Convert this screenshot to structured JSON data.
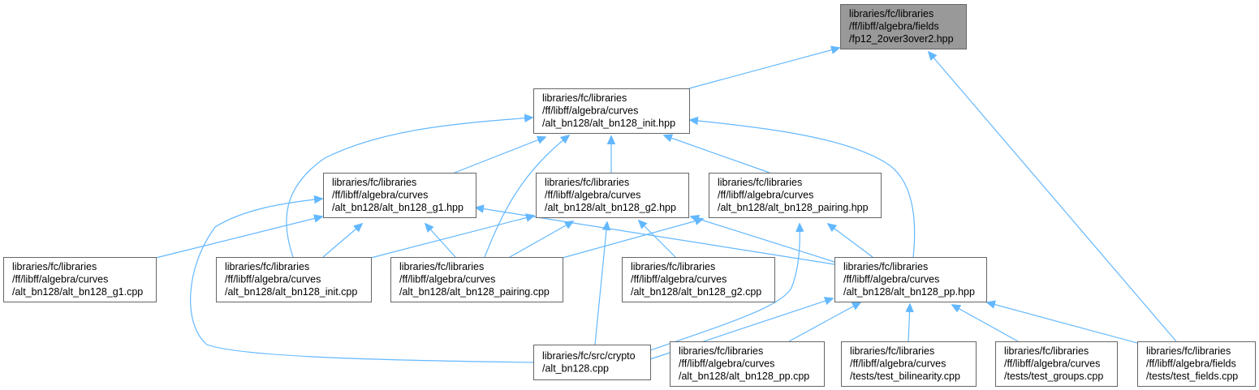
{
  "graph": {
    "nodes": [
      {
        "id": "fp12",
        "lines": [
          "libraries/fc/libraries",
          "/ff/libff/algebra/fields",
          "/fp12_2over3over2.hpp"
        ],
        "root": true
      },
      {
        "id": "init_hpp",
        "lines": [
          "libraries/fc/libraries",
          "/ff/libff/algebra/curves",
          "/alt_bn128/alt_bn128_init.hpp"
        ]
      },
      {
        "id": "g1_hpp",
        "lines": [
          "libraries/fc/libraries",
          "/ff/libff/algebra/curves",
          "/alt_bn128/alt_bn128_g1.hpp"
        ]
      },
      {
        "id": "g2_hpp",
        "lines": [
          "libraries/fc/libraries",
          "/ff/libff/algebra/curves",
          "/alt_bn128/alt_bn128_g2.hpp"
        ]
      },
      {
        "id": "pairing_hpp",
        "lines": [
          "libraries/fc/libraries",
          "/ff/libff/algebra/curves",
          "/alt_bn128/alt_bn128_pairing.hpp"
        ]
      },
      {
        "id": "g1_cpp",
        "lines": [
          "libraries/fc/libraries",
          "/ff/libff/algebra/curves",
          "/alt_bn128/alt_bn128_g1.cpp"
        ]
      },
      {
        "id": "init_cpp",
        "lines": [
          "libraries/fc/libraries",
          "/ff/libff/algebra/curves",
          "/alt_bn128/alt_bn128_init.cpp"
        ]
      },
      {
        "id": "pairing_cpp",
        "lines": [
          "libraries/fc/libraries",
          "/ff/libff/algebra/curves",
          "/alt_bn128/alt_bn128_pairing.cpp"
        ]
      },
      {
        "id": "g2_cpp",
        "lines": [
          "libraries/fc/libraries",
          "/ff/libff/algebra/curves",
          "/alt_bn128/alt_bn128_g2.cpp"
        ]
      },
      {
        "id": "pp_hpp",
        "lines": [
          "libraries/fc/libraries",
          "/ff/libff/algebra/curves",
          "/alt_bn128/alt_bn128_pp.hpp"
        ]
      },
      {
        "id": "crypto_cpp",
        "lines": [
          "libraries/fc/src/crypto",
          "/alt_bn128.cpp"
        ]
      },
      {
        "id": "pp_cpp",
        "lines": [
          "libraries/fc/libraries",
          "/ff/libff/algebra/curves",
          "/alt_bn128/alt_bn128_pp.cpp"
        ]
      },
      {
        "id": "test_bilinearity",
        "lines": [
          "libraries/fc/libraries",
          "/ff/libff/algebra/curves",
          "/tests/test_bilinearity.cpp"
        ]
      },
      {
        "id": "test_groups",
        "lines": [
          "libraries/fc/libraries",
          "/ff/libff/algebra/curves",
          "/tests/test_groups.cpp"
        ]
      },
      {
        "id": "test_fields",
        "lines": [
          "libraries/fc/libraries",
          "/ff/libff/algebra/fields",
          "/tests/test_fields.cpp"
        ]
      }
    ],
    "edges": [
      {
        "from": "init_hpp",
        "to": "fp12"
      },
      {
        "from": "test_fields",
        "to": "fp12"
      },
      {
        "from": "g1_hpp",
        "to": "init_hpp"
      },
      {
        "from": "g2_hpp",
        "to": "init_hpp"
      },
      {
        "from": "pairing_hpp",
        "to": "init_hpp"
      },
      {
        "from": "init_cpp",
        "to": "init_hpp"
      },
      {
        "from": "pairing_cpp",
        "to": "init_hpp"
      },
      {
        "from": "pp_hpp",
        "to": "init_hpp"
      },
      {
        "from": "g1_cpp",
        "to": "g1_hpp"
      },
      {
        "from": "init_cpp",
        "to": "g1_hpp"
      },
      {
        "from": "pairing_cpp",
        "to": "g1_hpp"
      },
      {
        "from": "pp_hpp",
        "to": "g1_hpp"
      },
      {
        "from": "crypto_cpp",
        "to": "g1_hpp"
      },
      {
        "from": "init_cpp",
        "to": "g2_hpp"
      },
      {
        "from": "pairing_cpp",
        "to": "g2_hpp"
      },
      {
        "from": "g2_cpp",
        "to": "g2_hpp"
      },
      {
        "from": "pp_hpp",
        "to": "g2_hpp"
      },
      {
        "from": "crypto_cpp",
        "to": "g2_hpp"
      },
      {
        "from": "pairing_cpp",
        "to": "pairing_hpp"
      },
      {
        "from": "pp_hpp",
        "to": "pairing_hpp"
      },
      {
        "from": "crypto_cpp",
        "to": "pairing_hpp"
      },
      {
        "from": "crypto_cpp",
        "to": "pp_hpp"
      },
      {
        "from": "pp_cpp",
        "to": "pp_hpp"
      },
      {
        "from": "test_bilinearity",
        "to": "pp_hpp"
      },
      {
        "from": "test_groups",
        "to": "pp_hpp"
      },
      {
        "from": "test_fields",
        "to": "pp_hpp"
      }
    ],
    "colors": {
      "edge": "#63b8ff",
      "node_border": "#666666",
      "node_fill": "#ffffff",
      "root_fill": "#999999"
    }
  }
}
